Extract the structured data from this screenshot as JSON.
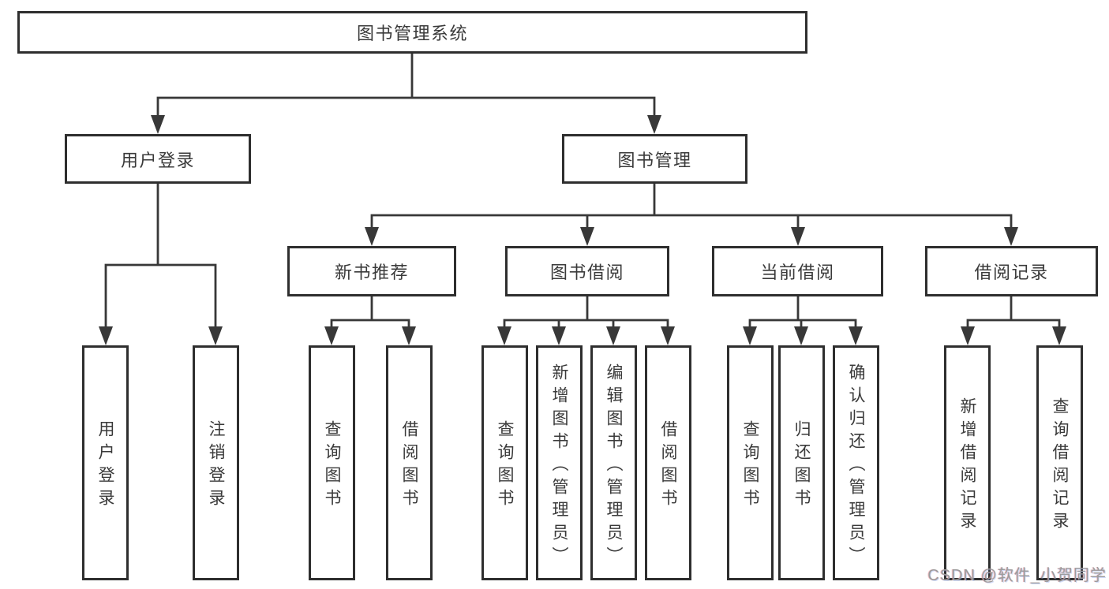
{
  "diagram_type": "tree-structure-chart",
  "tree": {
    "label": "图书管理系统",
    "children": [
      {
        "label": "用户登录",
        "children": [
          {
            "label": "用户登录"
          },
          {
            "label": "注销登录"
          }
        ]
      },
      {
        "label": "图书管理",
        "children": [
          {
            "label": "新书推荐",
            "children": [
              {
                "label": "查询图书"
              },
              {
                "label": "借阅图书"
              }
            ]
          },
          {
            "label": "图书借阅",
            "children": [
              {
                "label": "查询图书"
              },
              {
                "label": "新增图书（管理员）"
              },
              {
                "label": "编辑图书（管理员）"
              },
              {
                "label": "借阅图书"
              }
            ]
          },
          {
            "label": "当前借阅",
            "children": [
              {
                "label": "查询图书"
              },
              {
                "label": "归还图书"
              },
              {
                "label": "确认归还（管理员）"
              }
            ]
          },
          {
            "label": "借阅记录",
            "children": [
              {
                "label": "新增借阅记录"
              },
              {
                "label": "查询借阅记录"
              }
            ]
          }
        ]
      }
    ]
  },
  "watermark": {
    "text": "CSDN @软件_小贺同学"
  },
  "colors": {
    "line": "#383838",
    "box_border": "#2e2e2e",
    "box_fill": "#ffffff",
    "text": "#3a3a3a",
    "watermark_text": "#9c9c9c",
    "background": "#ffffff"
  }
}
